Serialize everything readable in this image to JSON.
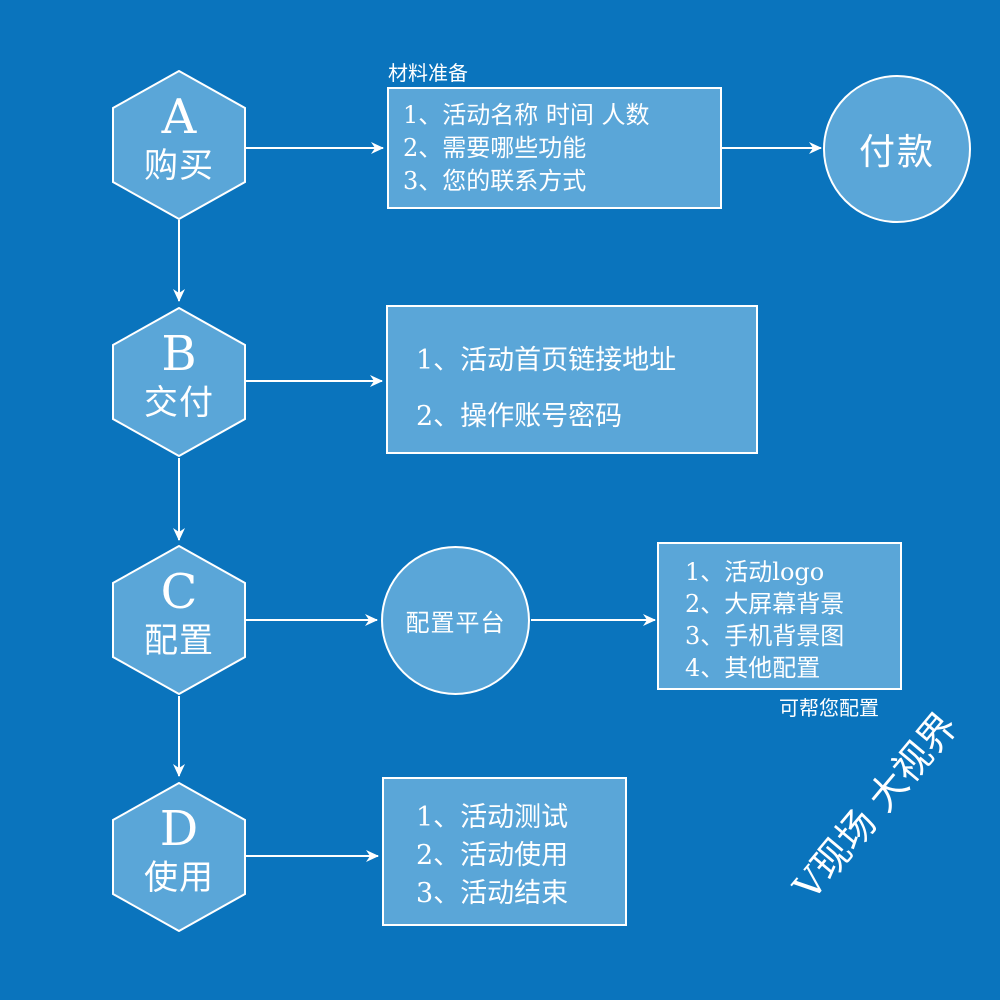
{
  "steps": [
    {
      "letter": "A",
      "label": "购买"
    },
    {
      "letter": "B",
      "label": "交付"
    },
    {
      "letter": "C",
      "label": "配置"
    },
    {
      "letter": "D",
      "label": "使用"
    }
  ],
  "purchase": {
    "caption": "材料准备",
    "items": [
      "1、活动名称 时间 人数",
      "2、需要哪些功能",
      "3、您的联系方式"
    ],
    "payment": "付款"
  },
  "delivery": {
    "items": [
      "1、活动首页链接地址",
      "2、操作账号密码"
    ]
  },
  "config": {
    "platform": "配置平台",
    "items": [
      "1、活动logo",
      "2、大屏幕背景",
      "3、手机背景图",
      "4、其他配置"
    ],
    "note": "可帮您配置"
  },
  "usage": {
    "items": [
      "1、活动测试",
      "2、活动使用",
      "3、活动结束"
    ]
  },
  "brand": "V现场 大视界",
  "colors": {
    "background": "#0a74bd",
    "fill": "#5aa6d8",
    "stroke": "#ffffff"
  }
}
